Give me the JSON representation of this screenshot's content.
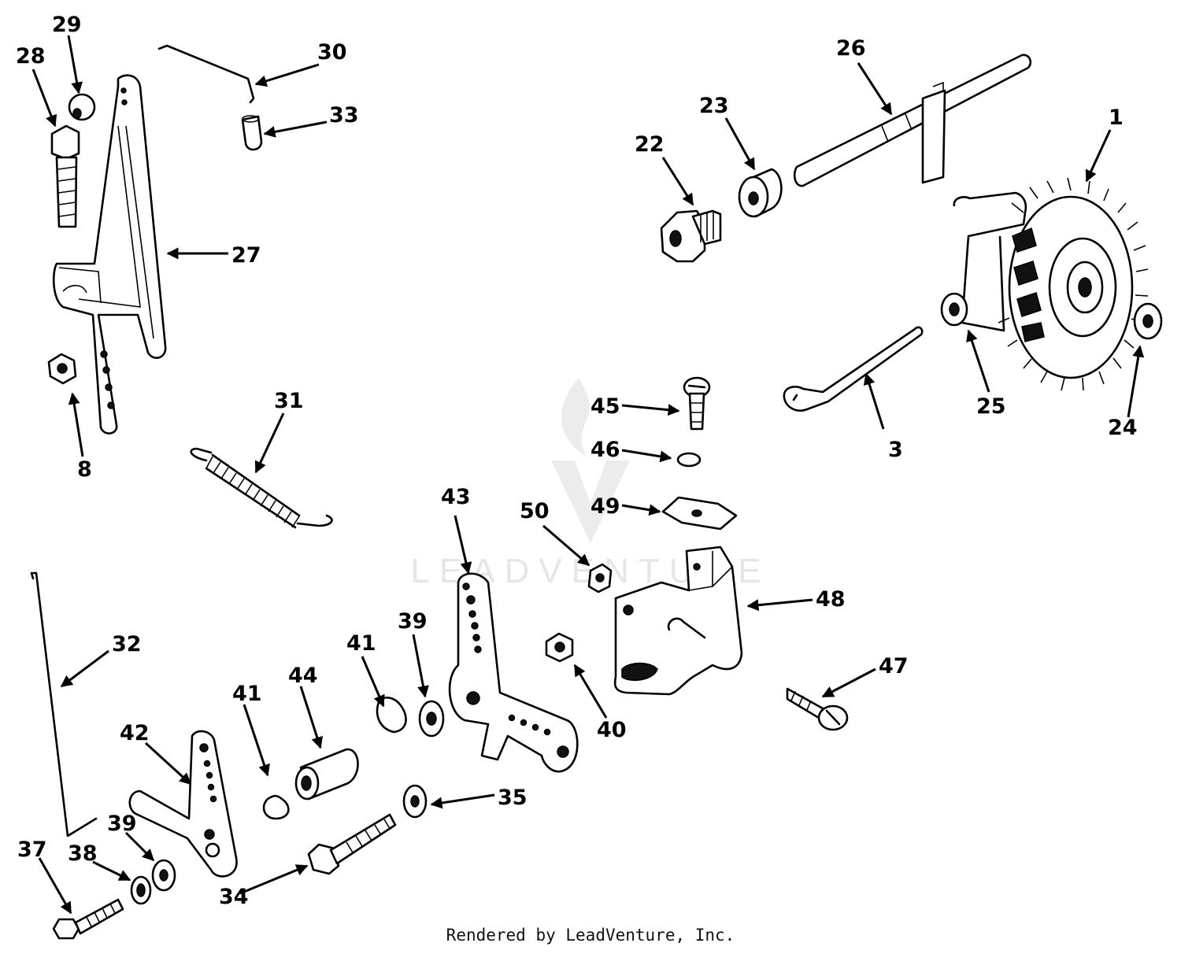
{
  "watermark": {
    "text": "LEADVENTURE"
  },
  "credit": "Rendered by LeadVenture, Inc.",
  "callouts": {
    "c1": "1",
    "c3": "3",
    "c8": "8",
    "c22": "22",
    "c23": "23",
    "c24": "24",
    "c25": "25",
    "c26": "26",
    "c27": "27",
    "c28": "28",
    "c29": "29",
    "c30": "30",
    "c31": "31",
    "c32": "32",
    "c33": "33",
    "c34": "34",
    "c35": "35",
    "c37": "37",
    "c38": "38",
    "c39a": "39",
    "c39b": "39",
    "c40": "40",
    "c41a": "41",
    "c41b": "41",
    "c42": "42",
    "c43": "43",
    "c44": "44",
    "c45": "45",
    "c46": "46",
    "c47": "47",
    "c48": "48",
    "c49": "49",
    "c50": "50"
  }
}
